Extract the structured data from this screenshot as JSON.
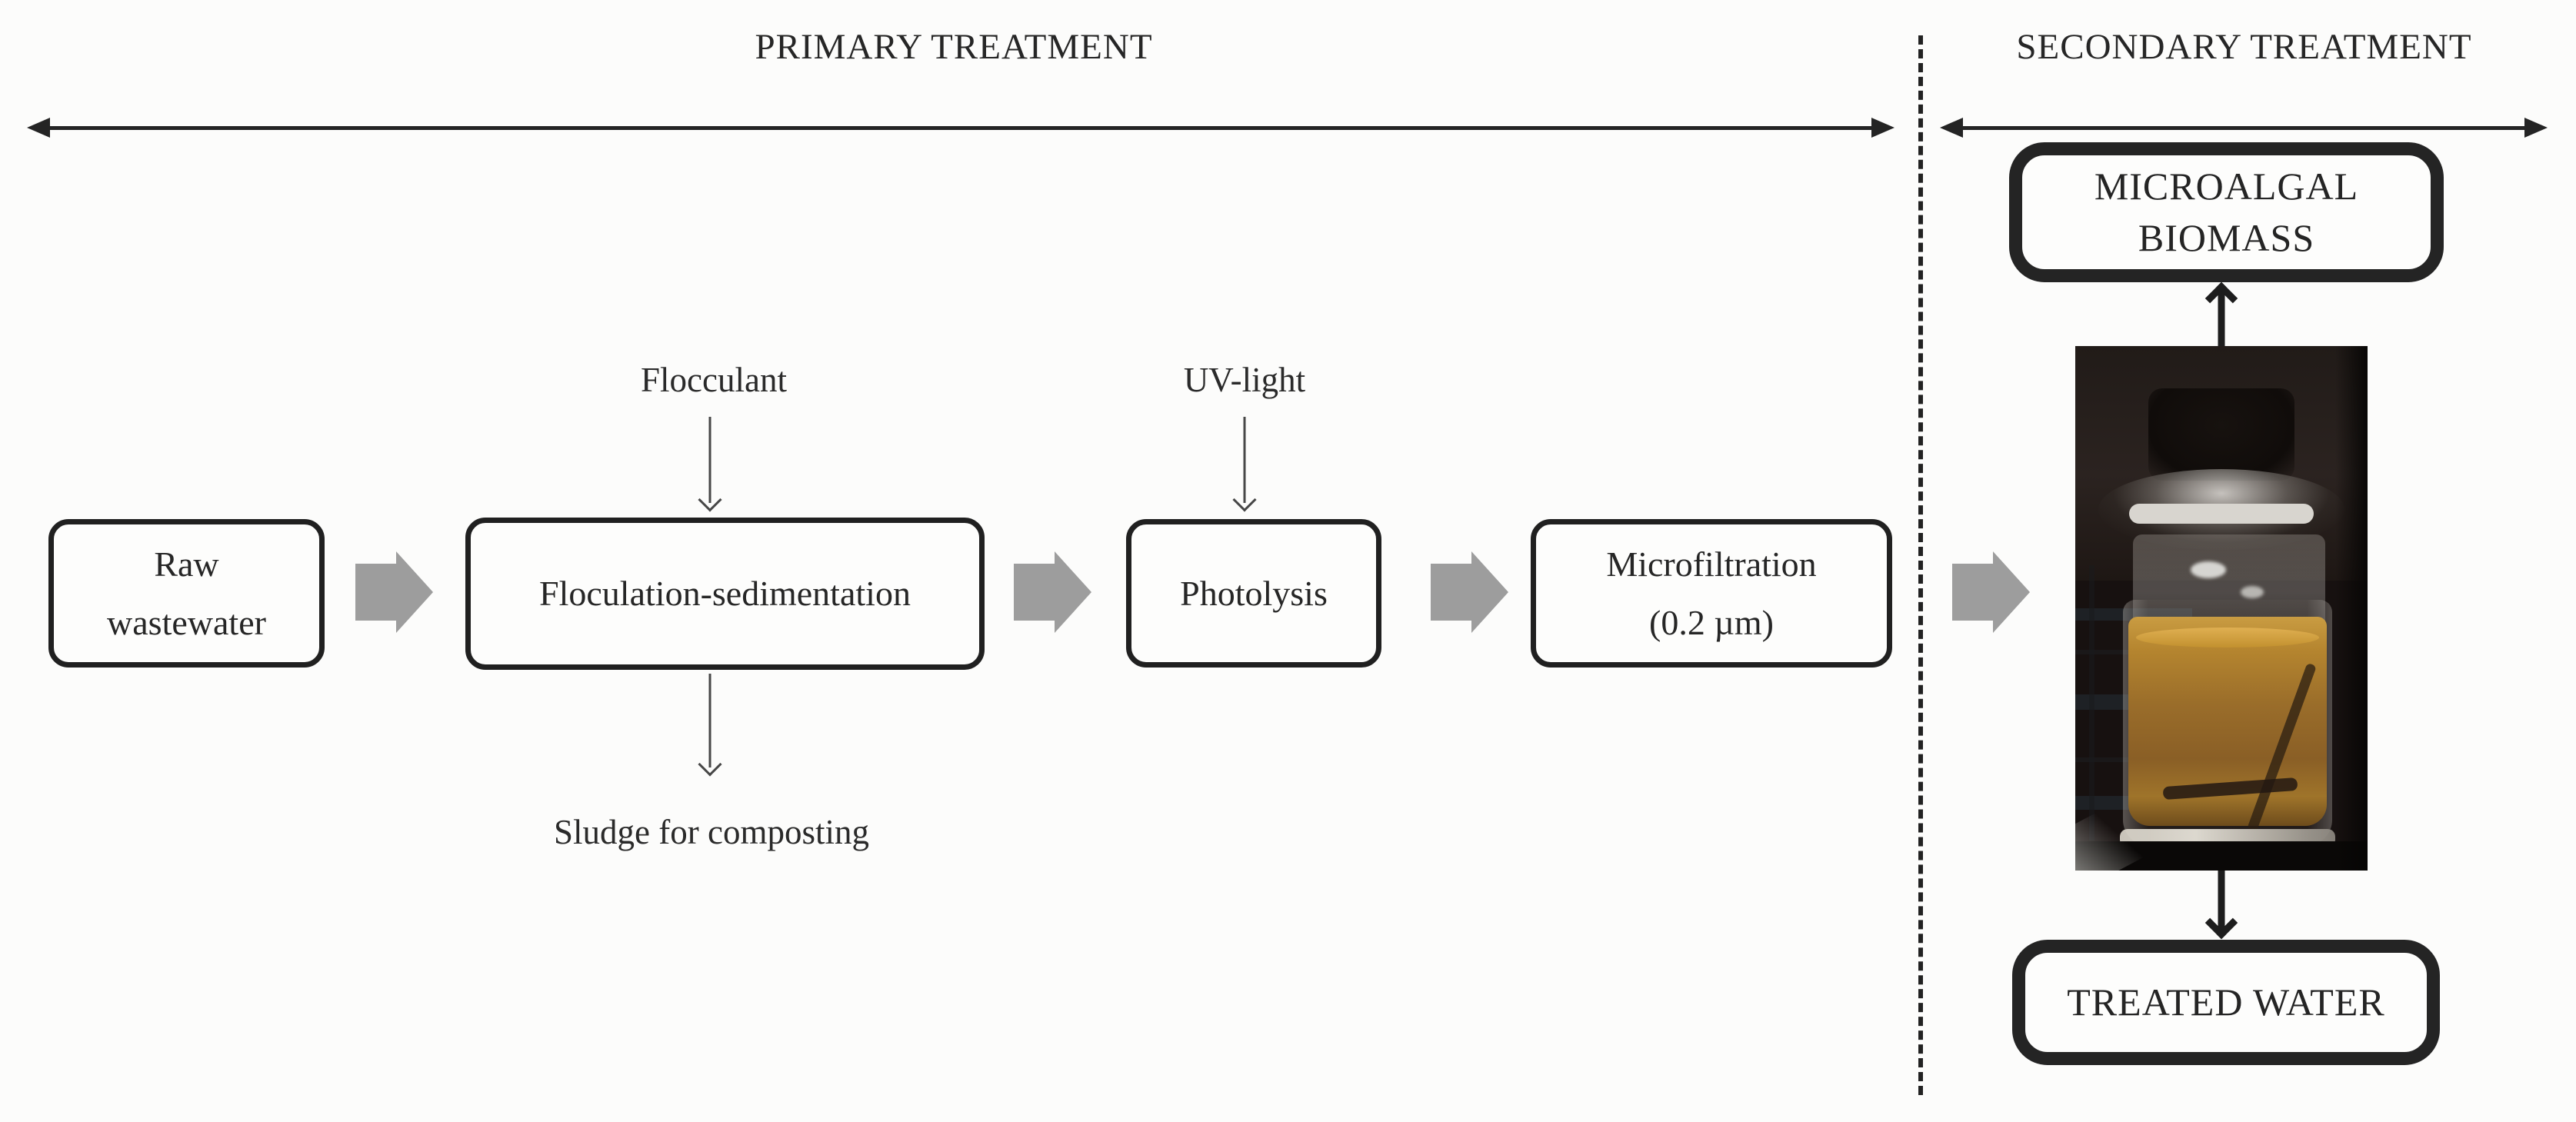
{
  "sections": {
    "primary": {
      "header": "PRIMARY TREATMENT",
      "steps": {
        "raw": {
          "line1": "Raw",
          "line2": "wastewater"
        },
        "floculation": {
          "label": "Floculation-sedimentation"
        },
        "photolysis": {
          "label": "Photolysis"
        },
        "microfiltration": {
          "line1": "Microfiltration",
          "line2": "(0.2 µm)"
        }
      },
      "inputs": {
        "flocculant": "Flocculant",
        "uv": "UV-light"
      },
      "byproduct": "Sludge for composting"
    },
    "secondary": {
      "header": "SECONDARY TREATMENT",
      "photo_alt": "Photobioreactor jar with amber microalgal culture",
      "outputs": {
        "microalgal": {
          "line1": "MICROALGAL",
          "line2": "BIOMASS"
        },
        "treated": {
          "label": "TREATED WATER"
        }
      }
    }
  },
  "colors": {
    "ink": "#222222",
    "block_arrow": "#9d9d9d",
    "background": "#fcfcfb"
  }
}
